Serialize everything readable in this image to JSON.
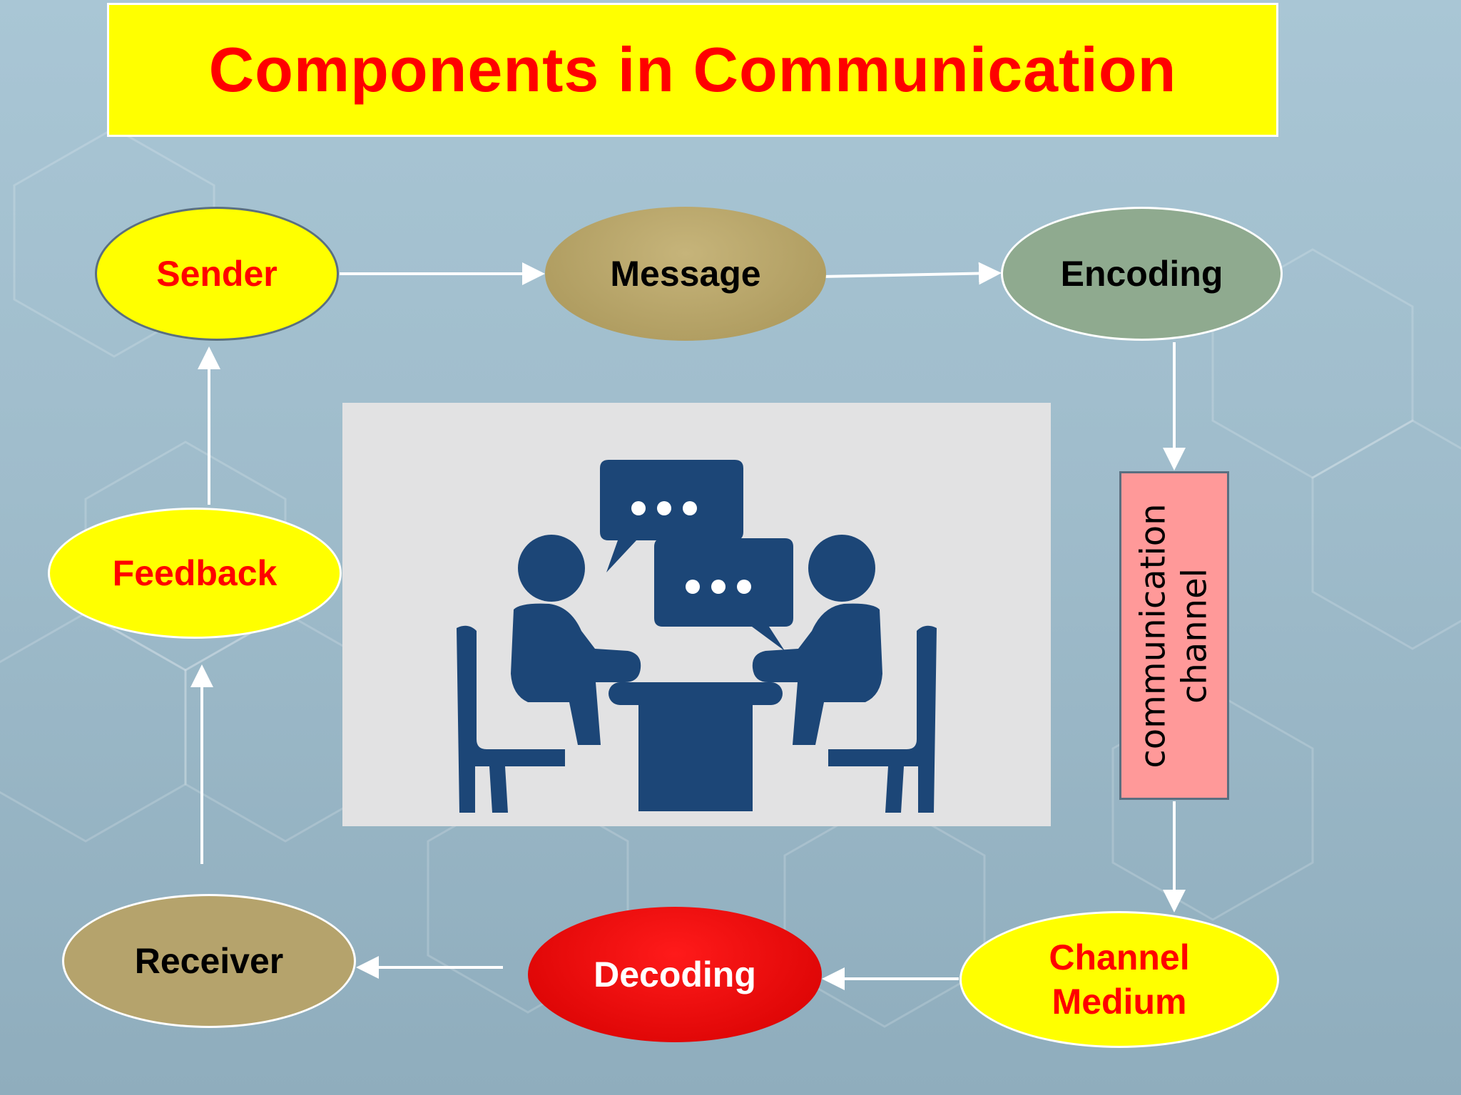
{
  "title": "Components in Communication",
  "nodes": {
    "sender": "Sender",
    "message": "Message",
    "encoding": "Encoding",
    "channel": "communication\nchannel",
    "channel_medium": "Channel\nMedium",
    "decoding": "Decoding",
    "receiver": "Receiver",
    "feedback": "Feedback"
  },
  "colors": {
    "title_bg": "#ffff00",
    "title_text": "#ff0000",
    "yellow_node": "#ffff00",
    "red_label": "#ff0000",
    "gold_node": "#b5a36c",
    "sage_node": "#8faa8f",
    "decoding_node": "#e60000",
    "channel_box": "#ff9999",
    "icon": "#1c4677"
  },
  "illustration": "two-people-talking-icon"
}
